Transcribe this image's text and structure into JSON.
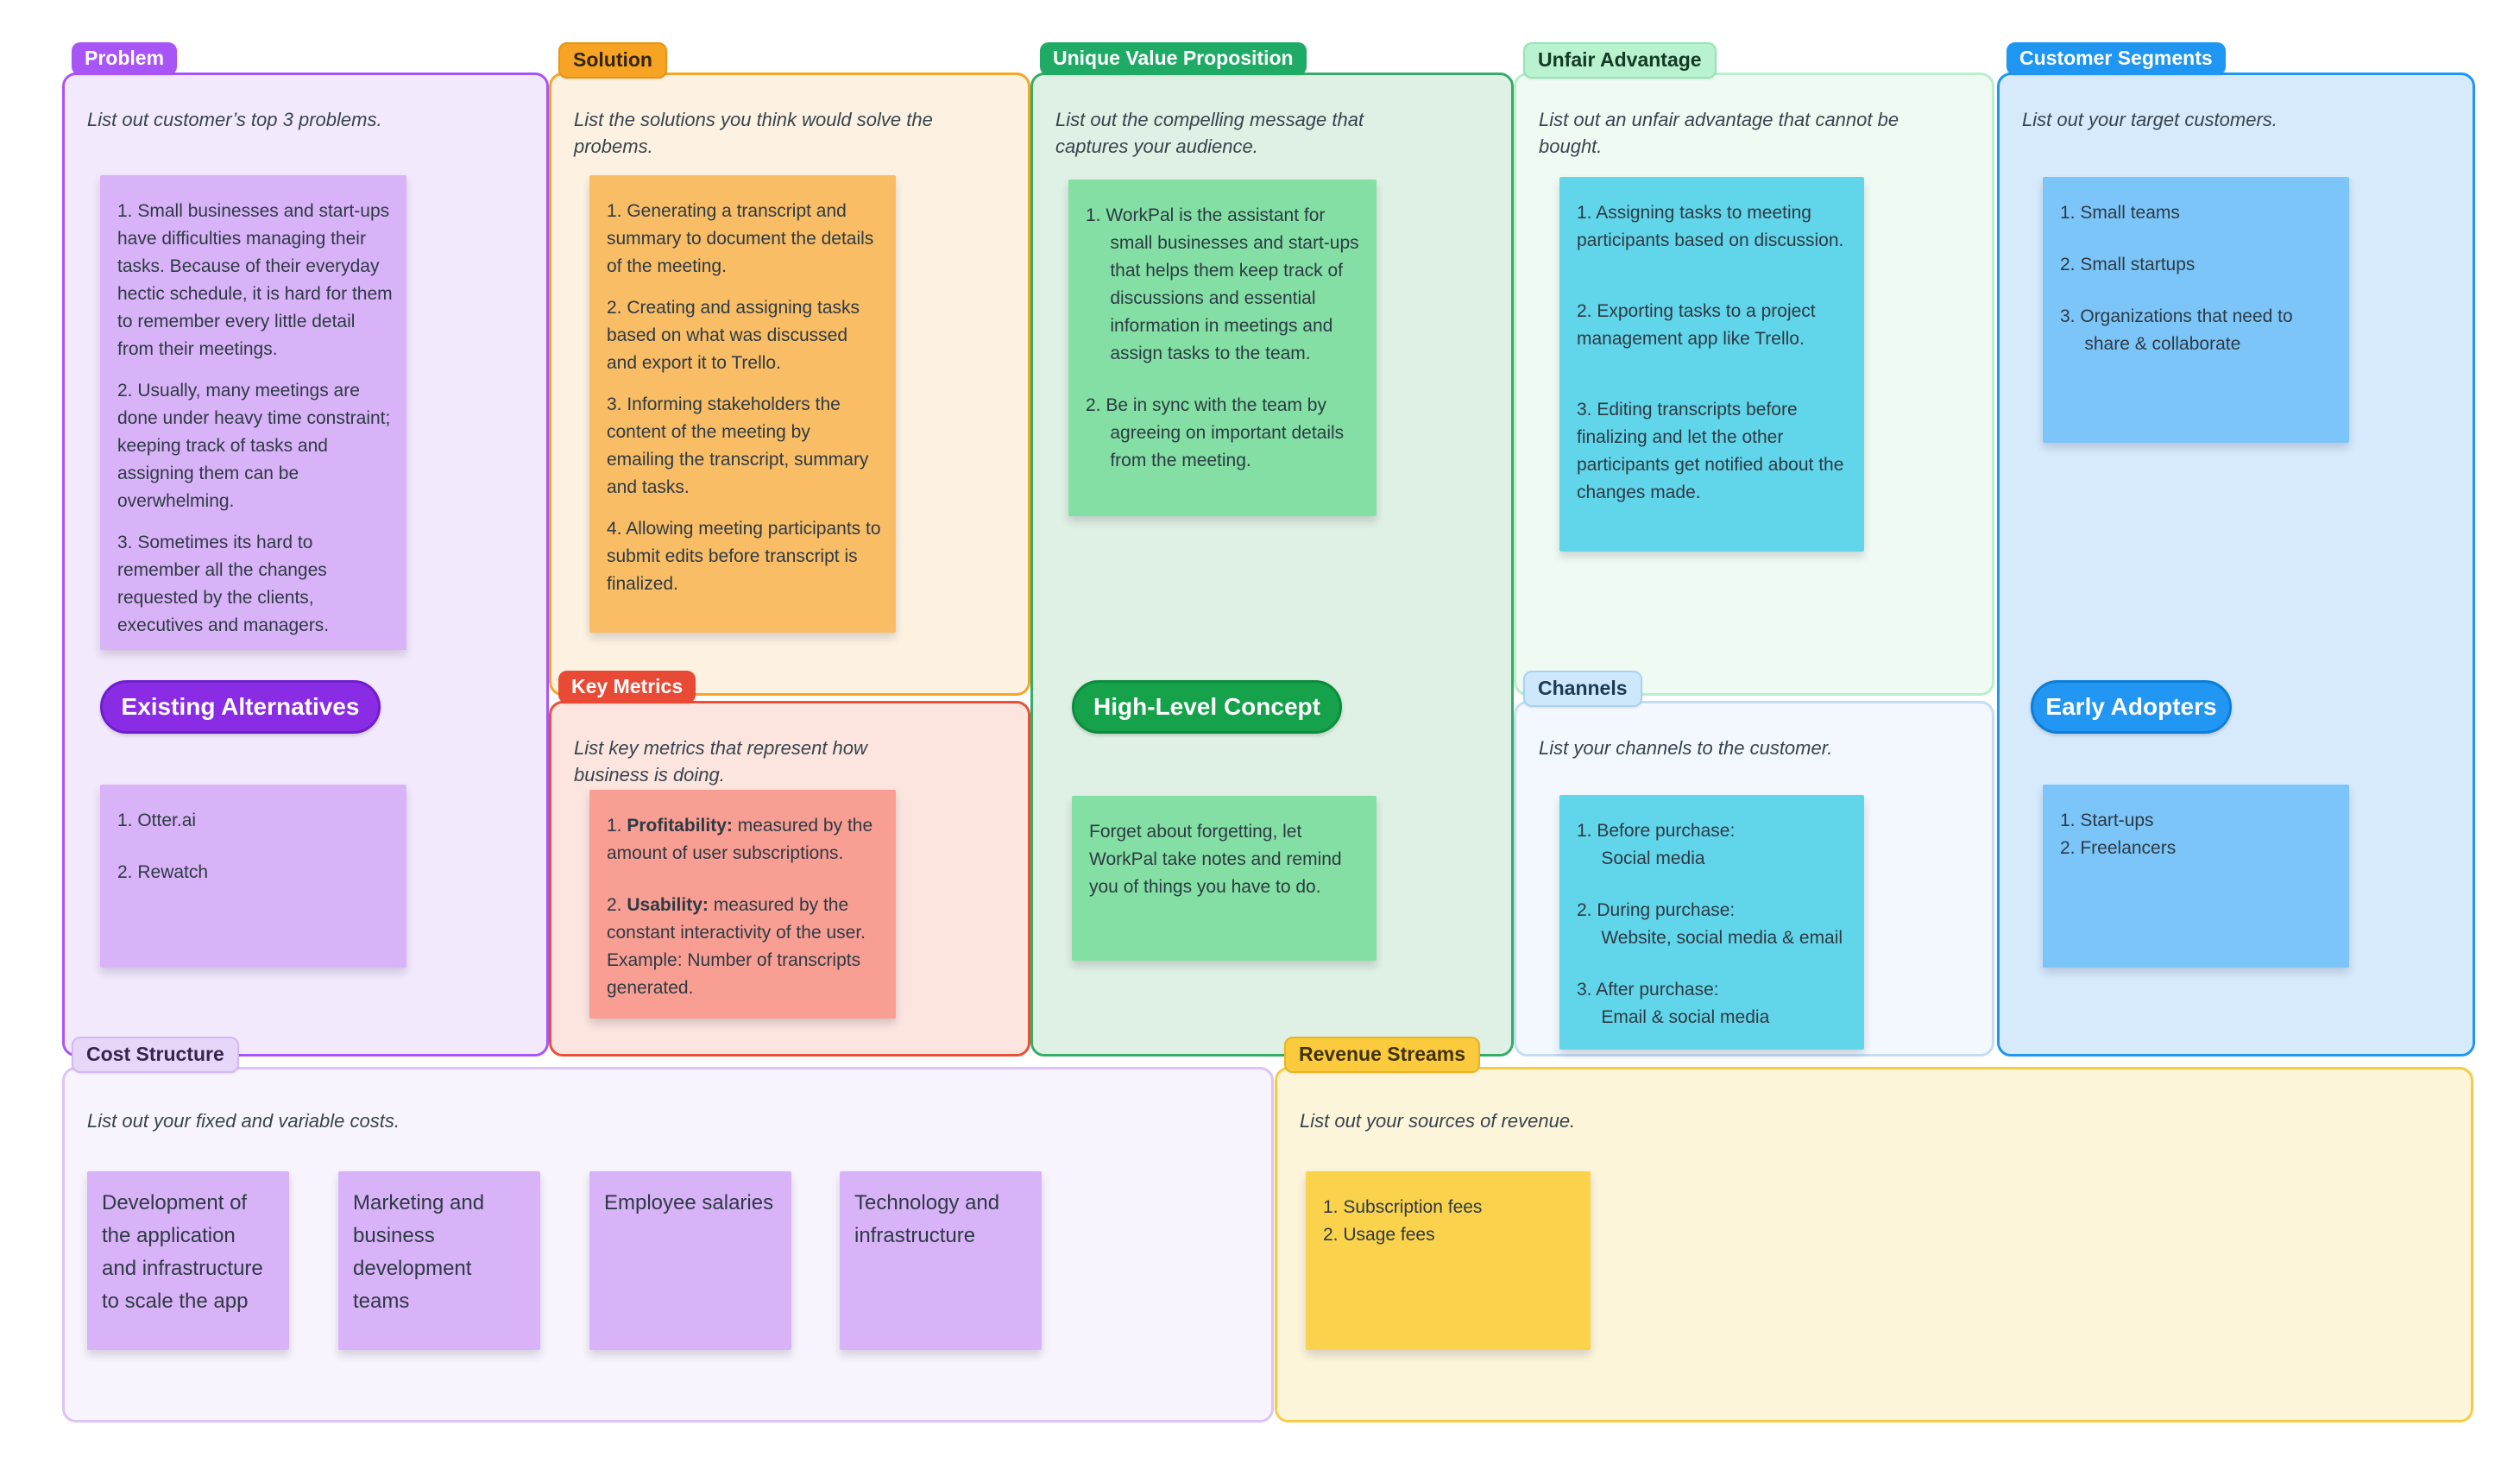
{
  "colors": {
    "problem_accent": "#a855f7",
    "problem_sticky": "#d9b3f8",
    "existing_alternatives_pill": "#8b2ce5",
    "solution_accent": "#f7a425",
    "solution_sticky": "#f9bd66",
    "key_metrics_accent": "#e84a35",
    "key_metrics_sticky": "#f89e93",
    "uvp_accent": "#1fab66",
    "uvp_sticky": "#83dfa3",
    "high_level_concept_pill": "#15a24a",
    "unfair_advantage_accent": "#b9f2cf",
    "unfair_advantage_sticky": "#61d5e9",
    "channels_accent": "#cde7fb",
    "channels_sticky": "#61d5e9",
    "customer_segments_accent": "#1e96f2",
    "customer_segments_sticky": "#7cc5f8",
    "early_adopters_pill": "#2196f3",
    "cost_structure_accent": "#e6d7f9",
    "cost_structure_sticky": "#d9b3f8",
    "revenue_streams_accent": "#fcca3d",
    "revenue_streams_sticky": "#fbd24b"
  },
  "sections": {
    "problem": {
      "label": "Problem",
      "hint": "List out customer’s top 3 problems.",
      "note": "1. Small businesses and start-ups have difficulties managing their tasks. Because of their everyday hectic schedule, it is hard for them to remember every little detail from their meetings.\n\n2. Usually, many meetings are done under heavy time constraint; keeping track of tasks and assigning them can be overwhelming.\n\n3. Sometimes its hard to remember all the changes requested by the clients, executives and managers."
    },
    "existing_alternatives": {
      "pill": "Existing Alternatives",
      "note": "1. Otter.ai\n\n2. Rewatch"
    },
    "solution": {
      "label": "Solution",
      "hint": "List the solutions you think would solve the probems.",
      "note": "1. Generating a transcript and summary to document the details of the meeting.\n\n2. Creating and assigning tasks based on what was discussed and export it to Trello.\n\n3. Informing stakeholders the content of the meeting by emailing the transcript, summary and tasks.\n\n4. Allowing meeting participants to submit edits before transcript is finalized."
    },
    "key_metrics": {
      "label": "Key Metrics",
      "hint": "List key metrics that represent how business is doing.",
      "note": "1. **Profitability:** measured by the amount of user subscriptions.\n\n2. **Usability:** measured by the constant interactivity of the user. Example: Number of transcripts generated."
    },
    "unique_value_proposition": {
      "label": "Unique Value Proposition",
      "hint": "List out the compelling message that captures your audience.",
      "note": [
        "1. WorkPal is the assistant for small businesses and start-ups that helps them keep track of discussions and essential information in meetings and assign tasks to the team.",
        "2. Be in sync with the team by agreeing on important details from the meeting."
      ]
    },
    "high_level_concept": {
      "pill": "High-Level Concept",
      "note": "Forget about forgetting, let WorkPal take notes and remind you of things you have to do."
    },
    "unfair_advantage": {
      "label": "Unfair Advantage",
      "hint": "List out an unfair advantage that cannot be bought.",
      "note": "1. Assigning tasks to meeting participants based on discussion.\n\n2. Exporting tasks to a project management app like Trello.\n\n3. Editing transcripts before finalizing and let the other participants get notified about the changes made."
    },
    "channels": {
      "label": "Channels",
      "hint": "List your channels to the customer.",
      "note": [
        "1. Before purchase:\nSocial media",
        "2. During purchase:\nWebsite, social media & email",
        "3. After purchase:\nEmail & social media"
      ]
    },
    "customer_segments": {
      "label": "Customer Segments",
      "hint": "List out your target customers.",
      "note": [
        "1. Small teams",
        "2. Small startups",
        "3. Organizations that need to share & collaborate"
      ]
    },
    "early_adopters": {
      "pill": "Early Adopters",
      "note": "1. Start-ups\n2. Freelancers"
    },
    "cost_structure": {
      "label": "Cost Structure",
      "hint": "List out your fixed and variable costs.",
      "notes": [
        "Development of the application and infrastructure to scale the app",
        "Marketing and business development teams",
        "Employee salaries",
        "Technology and infrastructure"
      ]
    },
    "revenue_streams": {
      "label": "Revenue Streams",
      "hint": "List out your sources of revenue.",
      "note": "1. Subscription fees\n2. Usage fees"
    }
  }
}
